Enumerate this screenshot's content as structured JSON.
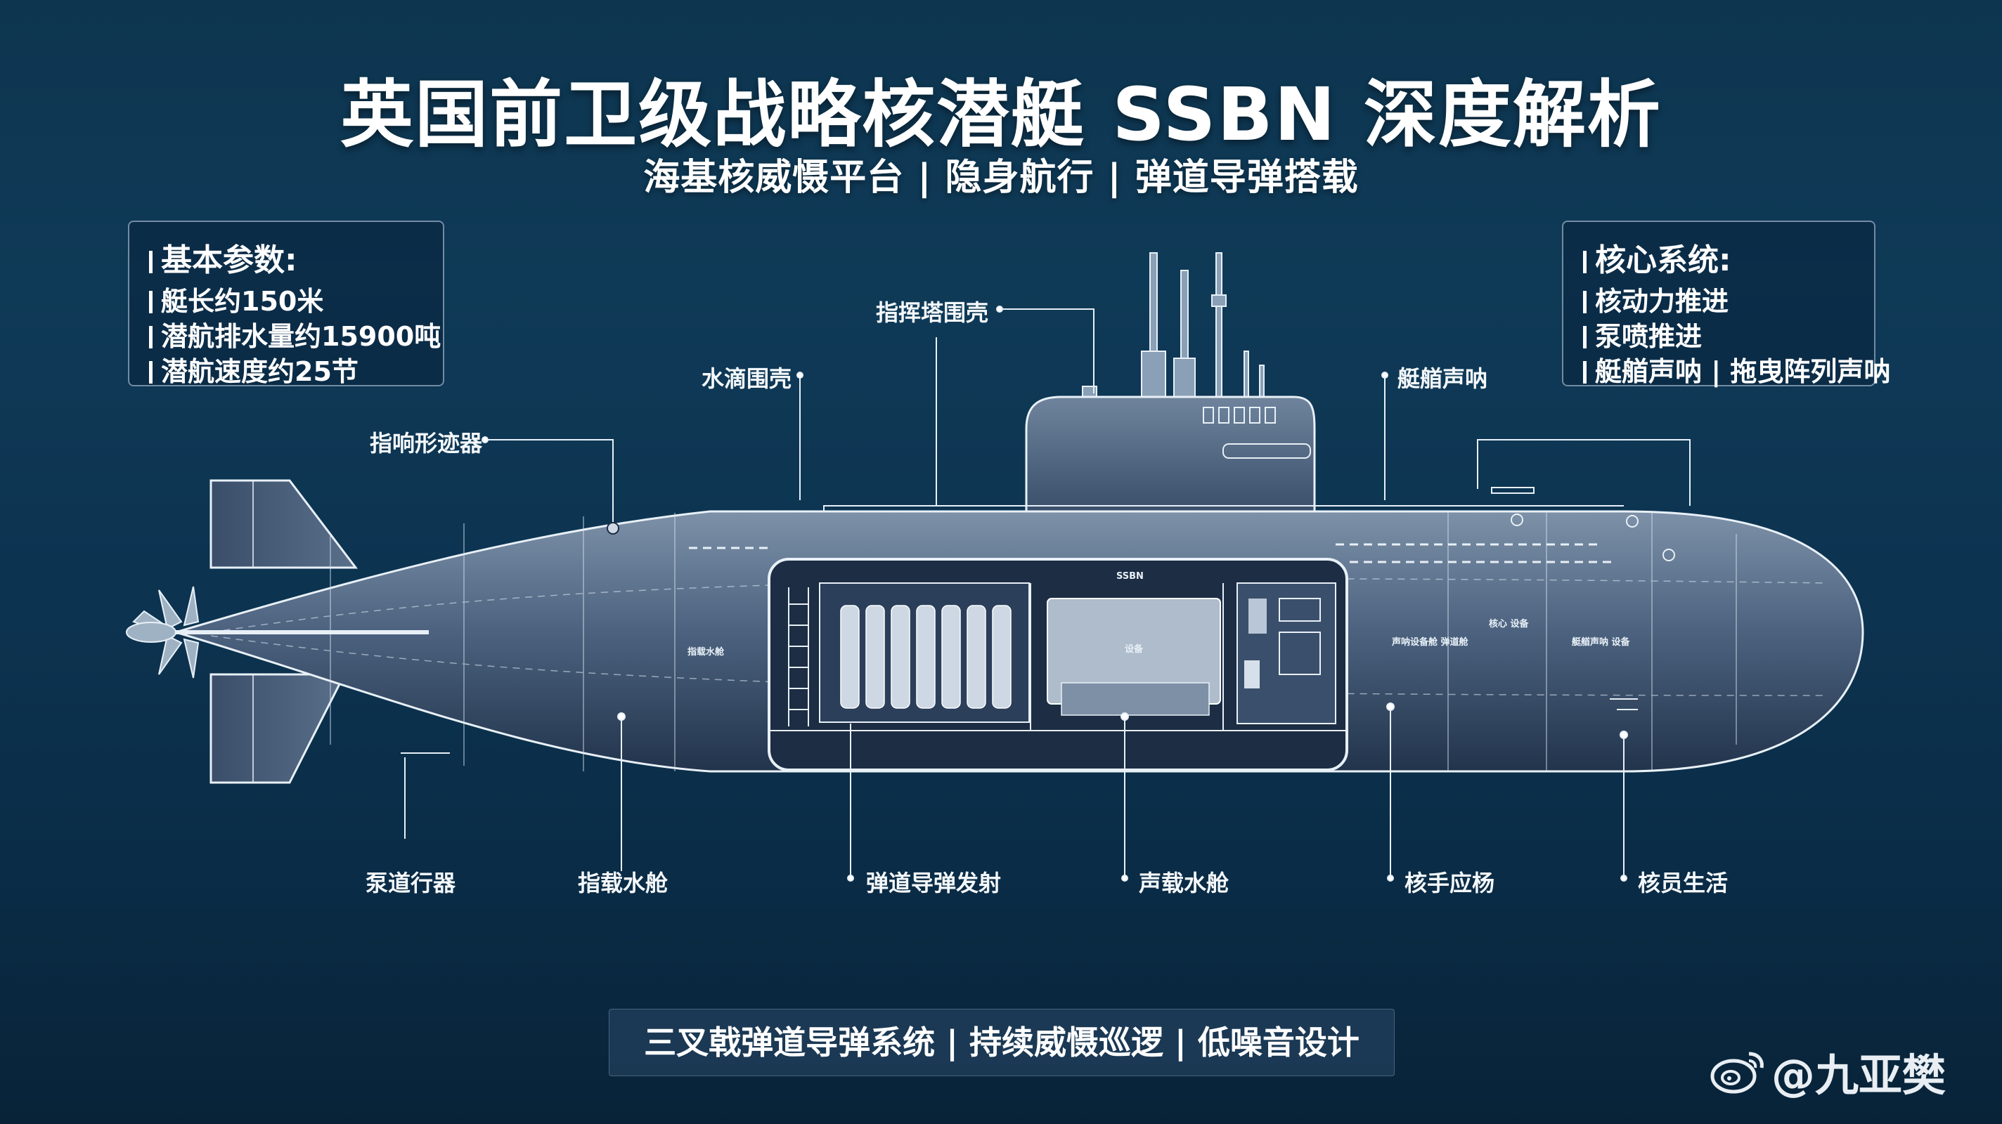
{
  "title": "英国前卫级战略核潜艇 SSBN 深度解析",
  "subtitle": "海基核威慑平台 | 隐身航行 | 弹道导弹搭载",
  "left_panel": {
    "heading": "基本参数:",
    "items": [
      "艇长约150米",
      "潜航排水量约15900吨",
      "潜航速度约25节"
    ]
  },
  "right_panel": {
    "heading": "核心系统:",
    "items": [
      "核动力推进",
      "泵喷推进",
      "艇艏声呐 | 拖曳阵列声呐"
    ]
  },
  "callouts": {
    "top": {
      "zhiweiqi": "指响形迹器",
      "shuidi": "水滴围壳",
      "zhihui": "指挥塔围壳",
      "tingshou": "艇艏声呐"
    },
    "bottom": {
      "bengdao": "泵道行器",
      "zhizai": "指载水舱",
      "danDao": "弹道导弹发射",
      "shengzai": "声载水舱",
      "heshou": "核手应杨",
      "heyuan": "核员生活"
    }
  },
  "hull_small_text": {
    "top_label": "SSBN",
    "middle_label": "设备",
    "left_small": "指载水舱",
    "right_small_1": "声呐设备舱 弹道舱",
    "right_small_2": "核心 设备",
    "right_small_3": "艇艏声呐 设备"
  },
  "bottom_banner": "三叉戟弹道导弹系统 | 持续威慑巡逻 | 低噪音设计",
  "watermark": "@九亚樊",
  "colors": {
    "hull_light": "#7a8ea5",
    "hull_dark": "#2a3e58",
    "line": "#e8f0f7",
    "interior": "#b8c6d6"
  },
  "icons": [
    "weibo-icon"
  ]
}
